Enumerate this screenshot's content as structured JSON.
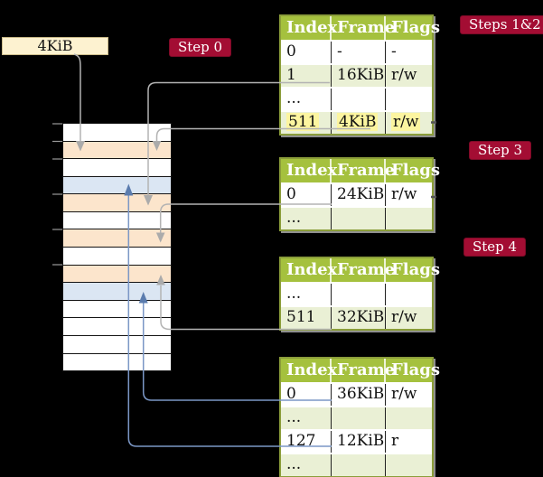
{
  "background_color": "#000000",
  "frame_label": {
    "text": "4KiB"
  },
  "badges": {
    "step0": {
      "label": "Step 0"
    },
    "steps12": {
      "label": "Steps 1&2"
    },
    "step3": {
      "label": "Step 3"
    },
    "step4": {
      "label": "Step 4"
    }
  },
  "memory_strip": {
    "description": "physical memory frames, top to bottom",
    "rows": [
      "white",
      "orange",
      "white",
      "blue",
      "orange",
      "white",
      "orange",
      "white",
      "orange",
      "blue",
      "white",
      "white",
      "white",
      "white"
    ],
    "tick_count": 6
  },
  "tables": [
    {
      "name": "page-table-steps-1-2",
      "header": [
        "Index",
        "Frame",
        "Flags"
      ],
      "rows": [
        {
          "cells": [
            "0",
            "-",
            "-"
          ],
          "shaded": false,
          "highlight": false
        },
        {
          "cells": [
            "1",
            "16KiB",
            "r/w"
          ],
          "shaded": true,
          "highlight": false
        },
        {
          "cells": [
            "...",
            "",
            ""
          ],
          "shaded": false,
          "highlight": false
        },
        {
          "cells": [
            "511",
            "4KiB",
            "r/w"
          ],
          "shaded": true,
          "highlight": true
        }
      ]
    },
    {
      "name": "page-table-step-3",
      "header": [
        "Index",
        "Frame",
        "Flags"
      ],
      "rows": [
        {
          "cells": [
            "0",
            "24KiB",
            "r/w"
          ],
          "shaded": false,
          "highlight": false
        },
        {
          "cells": [
            "...",
            "",
            ""
          ],
          "shaded": true,
          "highlight": false
        }
      ]
    },
    {
      "name": "page-table-step-4-upper",
      "header": [
        "Index",
        "Frame",
        "Flags"
      ],
      "rows": [
        {
          "cells": [
            "...",
            "",
            ""
          ],
          "shaded": false,
          "highlight": false
        },
        {
          "cells": [
            "511",
            "32KiB",
            "r/w"
          ],
          "shaded": true,
          "highlight": false
        }
      ]
    },
    {
      "name": "page-table-step-4-lower",
      "header": [
        "Index",
        "Frame",
        "Flags"
      ],
      "rows": [
        {
          "cells": [
            "0",
            "36KiB",
            "r/w"
          ],
          "shaded": false,
          "highlight": false
        },
        {
          "cells": [
            "...",
            "",
            ""
          ],
          "shaded": true,
          "highlight": false
        },
        {
          "cells": [
            "127",
            "12KiB",
            "r"
          ],
          "shaded": false,
          "highlight": false
        },
        {
          "cells": [
            "...",
            "",
            ""
          ],
          "shaded": true,
          "highlight": false
        }
      ]
    }
  ],
  "arrows": [
    {
      "color": "gray",
      "from": "4KiB label",
      "to": "memory row 2 (frame 4KiB)"
    },
    {
      "color": "gray",
      "from": "table1 entry 1 -> 16KiB",
      "to": "memory row 5 (frame 16KiB)"
    },
    {
      "color": "gray",
      "from": "table1 entry 511 -> 4KiB",
      "to": "memory row 2 (frame 4KiB)"
    },
    {
      "color": "gray",
      "from": "table2 entry 0 -> 24KiB",
      "to": "memory row 7 (frame 24KiB)"
    },
    {
      "color": "gray",
      "from": "table3 entry 511 -> 32KiB",
      "to": "memory row 9 (frame 32KiB)"
    },
    {
      "color": "blue",
      "from": "table4 entry 0 -> 36KiB",
      "to": "memory row 10 (frame 36KiB)"
    },
    {
      "color": "blue",
      "from": "table4 entry 127 -> 12KiB",
      "to": "memory row 4 (frame 12KiB)"
    }
  ],
  "colors": {
    "badge_red": "#a30d33",
    "table_header_green": "#a5c13e",
    "table_row_green": "#eaf0d5",
    "table_border_olive": "#8b9d3a",
    "highlight_yellow": "#fcf5a0",
    "frame_label_cream": "#fdf2d0",
    "strip_orange": "#fce5cc",
    "strip_blue": "#dbe6f3",
    "arrow_gray": "#b3b3b3",
    "arrow_blue": "#7b97c6"
  }
}
